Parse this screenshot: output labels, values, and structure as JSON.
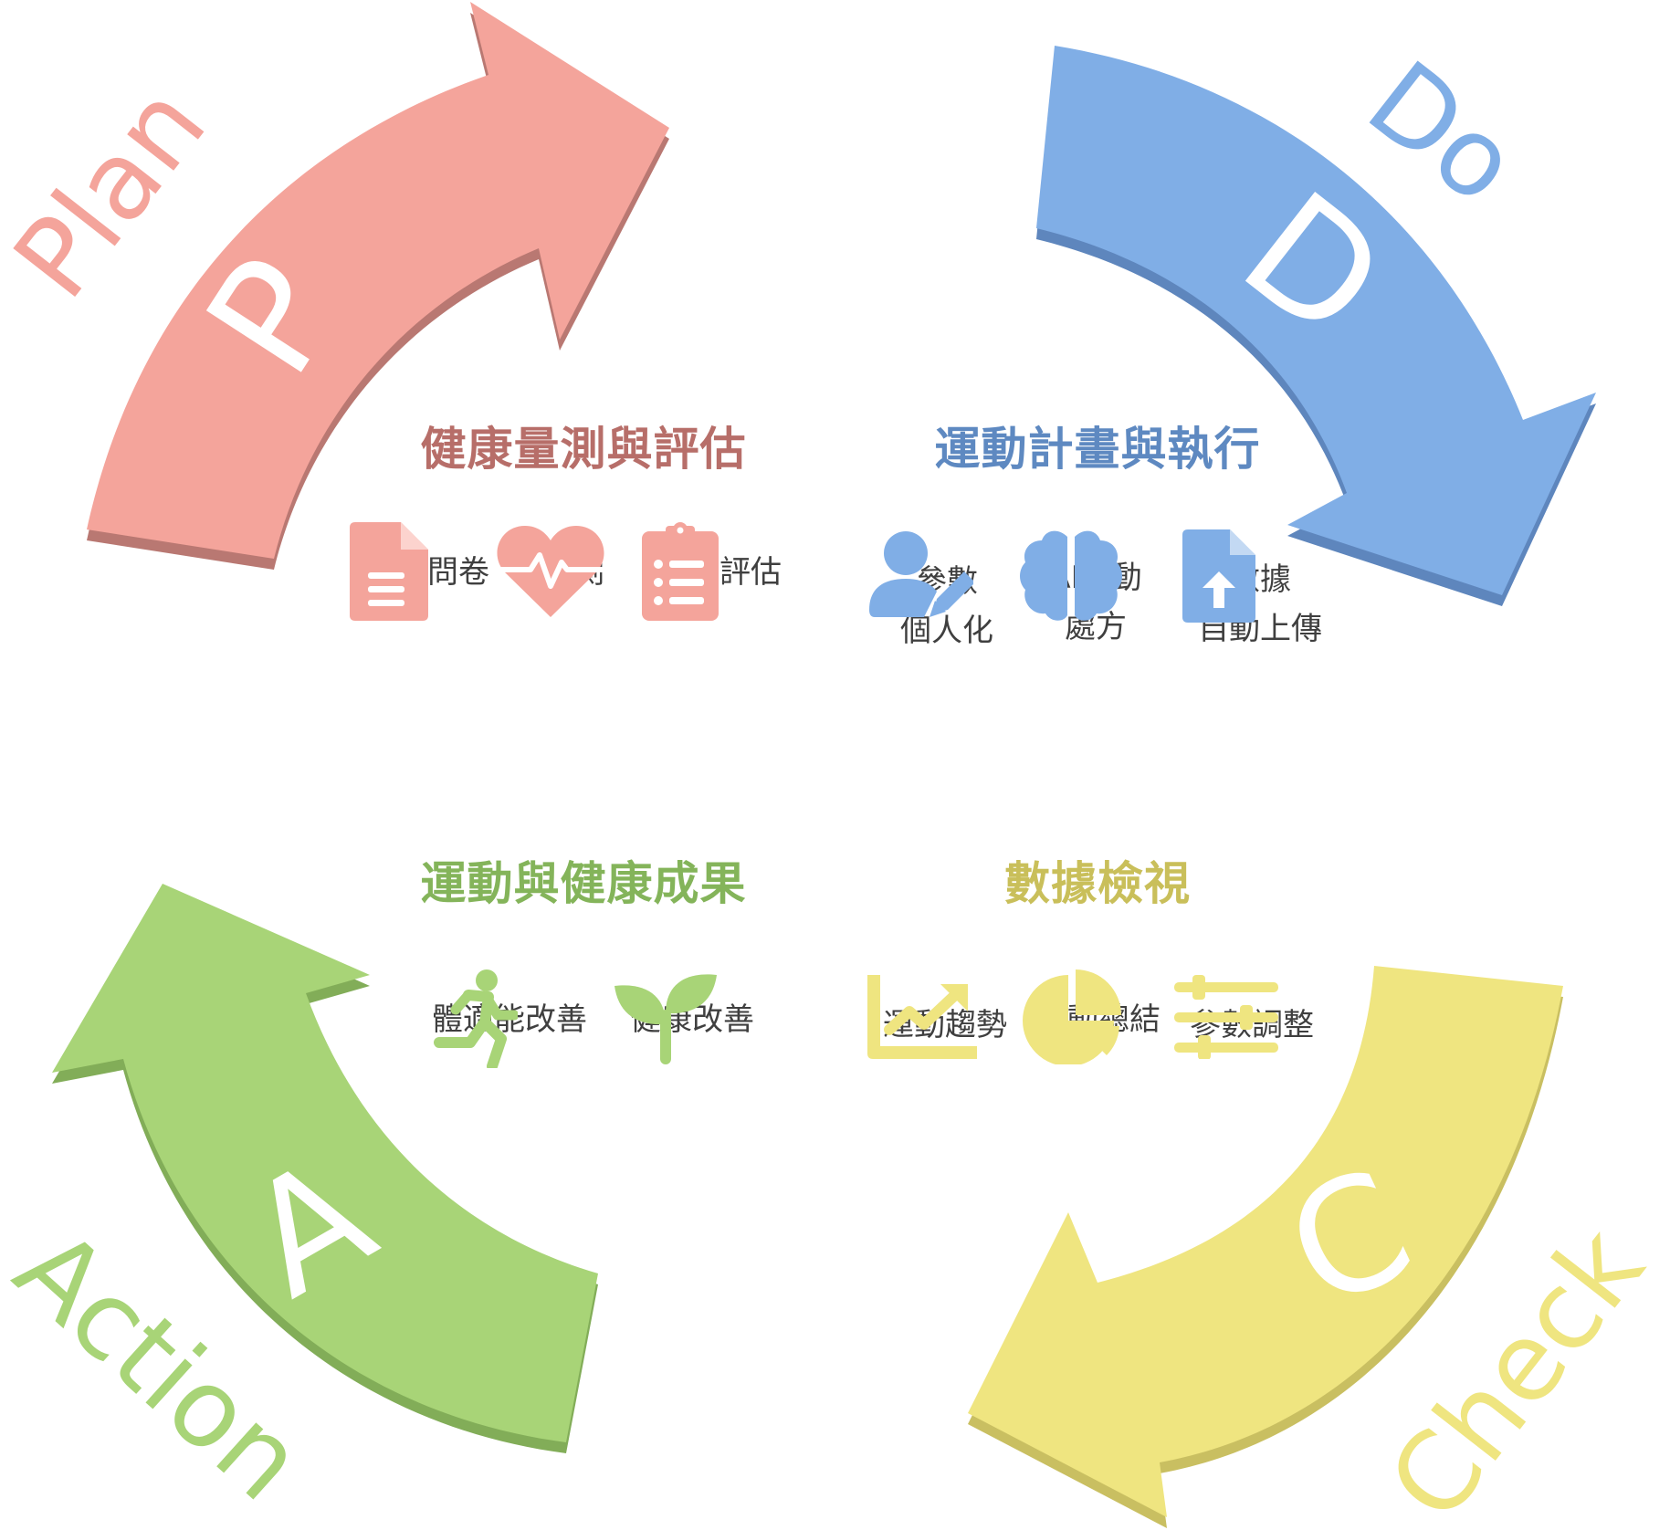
{
  "colors": {
    "plan": "#F4A49B",
    "plan_shadow": "#B97872",
    "plan_title": "#B76E69",
    "do": "#80AEE6",
    "do_shadow": "#5E86BD",
    "do_title": "#5E89C1",
    "check": "#EFE580",
    "check_shadow": "#C9BF61",
    "check_title": "#C9BF5A",
    "action": "#A8D477",
    "action_shadow": "#82AD58",
    "action_title": "#84B45A",
    "label": "#3F3F3F"
  },
  "cycle": {
    "plan": {
      "word": "Plan",
      "letter": "P"
    },
    "do": {
      "word": "Do",
      "letter": "D"
    },
    "check": {
      "word": "Check",
      "letter": "C"
    },
    "action": {
      "word": "Action",
      "letter": "A"
    }
  },
  "plan_section": {
    "title": "健康量測與評估",
    "items": [
      {
        "icon": "document-icon",
        "label": "運動問卷"
      },
      {
        "icon": "heart-pulse-icon",
        "label": "量測"
      },
      {
        "icon": "clipboard-list-icon",
        "label": "運動評估"
      }
    ]
  },
  "do_section": {
    "title": "運動計畫與執行",
    "items": [
      {
        "icon": "user-edit-icon",
        "label": "參數\n個人化"
      },
      {
        "icon": "brain-icon",
        "label": "AI運動\n處方"
      },
      {
        "icon": "file-upload-icon",
        "label": "數據\n自動上傳"
      }
    ]
  },
  "check_section": {
    "title": "數據檢視",
    "items": [
      {
        "icon": "trend-chart-icon",
        "label": "運動趨勢"
      },
      {
        "icon": "pie-chart-icon",
        "label": "運動總結"
      },
      {
        "icon": "sliders-icon",
        "label": "參數調整"
      }
    ]
  },
  "action_section": {
    "title": "運動與健康成果",
    "items": [
      {
        "icon": "running-icon",
        "label": "體適能改善"
      },
      {
        "icon": "sprout-icon",
        "label": "健康改善"
      }
    ]
  }
}
